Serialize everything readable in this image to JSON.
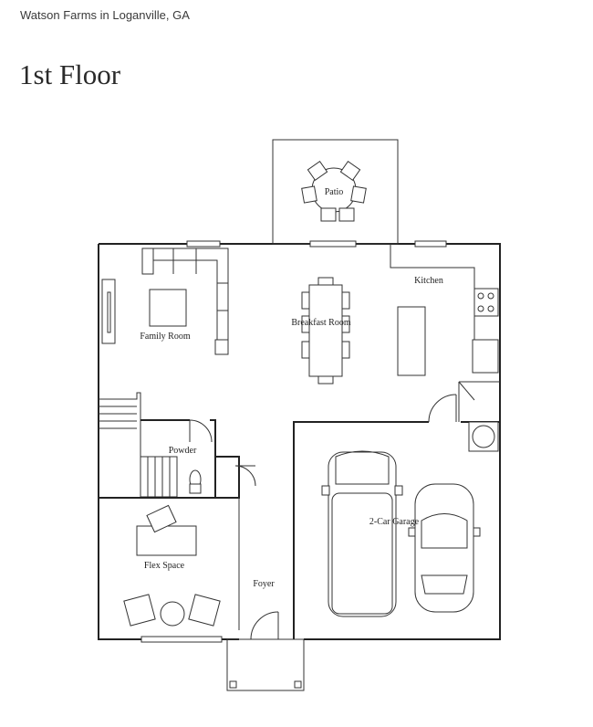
{
  "header": {
    "community": "Watson Farms in Loganville, GA",
    "floor_title": "1st Floor"
  },
  "rooms": {
    "patio": "Patio",
    "kitchen": "Kitchen",
    "breakfast": "Breakfast Room",
    "family": "Family Room",
    "powder": "Powder",
    "garage": "2-Car Garage",
    "flex": "Flex Space",
    "foyer": "Foyer"
  }
}
